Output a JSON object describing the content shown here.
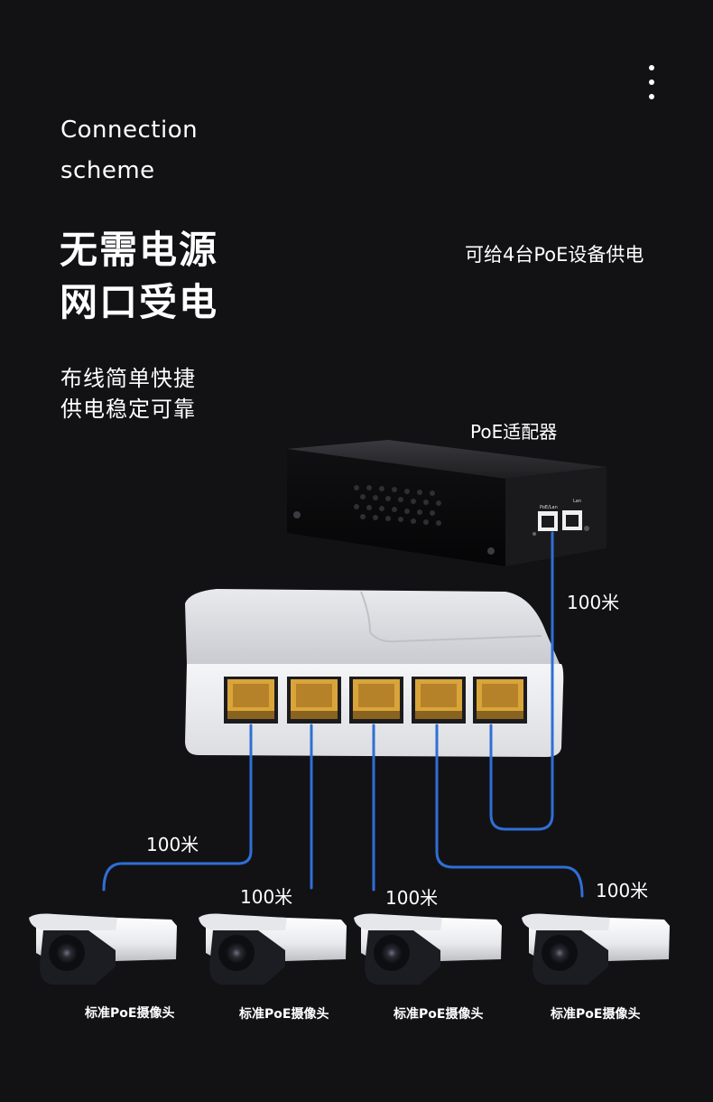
{
  "header": {
    "title_en": [
      "Connection",
      "scheme"
    ],
    "headline_cn": [
      "无需电源",
      "网口受电"
    ],
    "subline_cn": [
      "布线简单快捷",
      "供电稳定可靠"
    ],
    "capacity_text": "可给4台PoE设备供电"
  },
  "diagram": {
    "adapter_label": "PoE适配器",
    "distances": [
      "100米",
      "100米",
      "100米",
      "100米",
      "100米"
    ],
    "camera_labels": [
      "标准PoE摄像头",
      "标准PoE摄像头",
      "标准PoE摄像头",
      "标准PoE摄像头"
    ],
    "adapter_port_labels": [
      "PoE/Lan",
      "Lan"
    ]
  },
  "colors": {
    "background": "#121215",
    "cable": "#2f6fd6",
    "text": "#ffffff",
    "port": "#d9a53a"
  },
  "icons": [
    "more-vertical-icon"
  ]
}
